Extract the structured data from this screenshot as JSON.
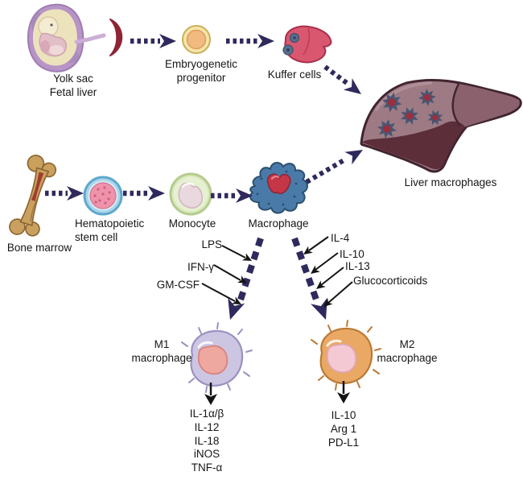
{
  "nodes": {
    "yolk_sac": "Yolk sac\nFetal liver",
    "embryogenetic_progenitor": "Embryogenetic progenitor",
    "kuffer_cells": "Kuffer cells",
    "liver_macrophages": "Liver macrophages",
    "bone_marrow": "Bone marrow",
    "hematopoietic_stem_cell": "Hematopoietic stem cell",
    "monocyte": "Monocyte",
    "macrophage": "Macrophage",
    "m1_macrophage": "M1 macrophage",
    "m2_macrophage": "M2 macrophage"
  },
  "m1_inducers": [
    "LPS",
    "IFN-γ",
    "GM-CSF"
  ],
  "m2_inducers": [
    "IL-4",
    "IL-10",
    "IL-13",
    "Glucocorticoids"
  ],
  "m1_products": [
    "IL-1α/β",
    "IL-12",
    "IL-18",
    "iNOS",
    "TNF-α"
  ],
  "m2_products": [
    "IL-10",
    "Arg 1",
    "PD-L1"
  ],
  "colors": {
    "dashed_arrow": "#2f2a5d",
    "black_arrow": "#141414",
    "macrophage_blue": "#4a7aa8",
    "m1_cell": "#cdc6e3",
    "m2_cell": "#e9a965",
    "liver": "#9d7a84",
    "kuffer_liver": "#d9586f"
  }
}
